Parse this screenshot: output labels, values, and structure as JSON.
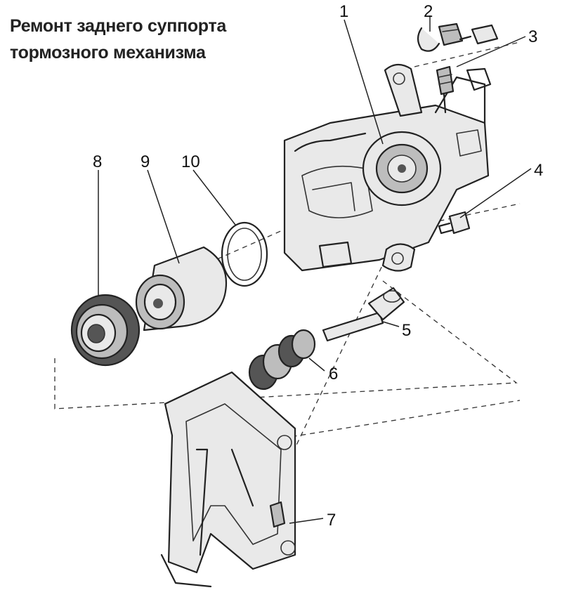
{
  "title": {
    "line1": "Ремонт заднего суппорта",
    "line2": "тормозного механизма"
  },
  "callouts": [
    "1",
    "2",
    "3",
    "4",
    "5",
    "6",
    "7",
    "8",
    "9",
    "10"
  ]
}
